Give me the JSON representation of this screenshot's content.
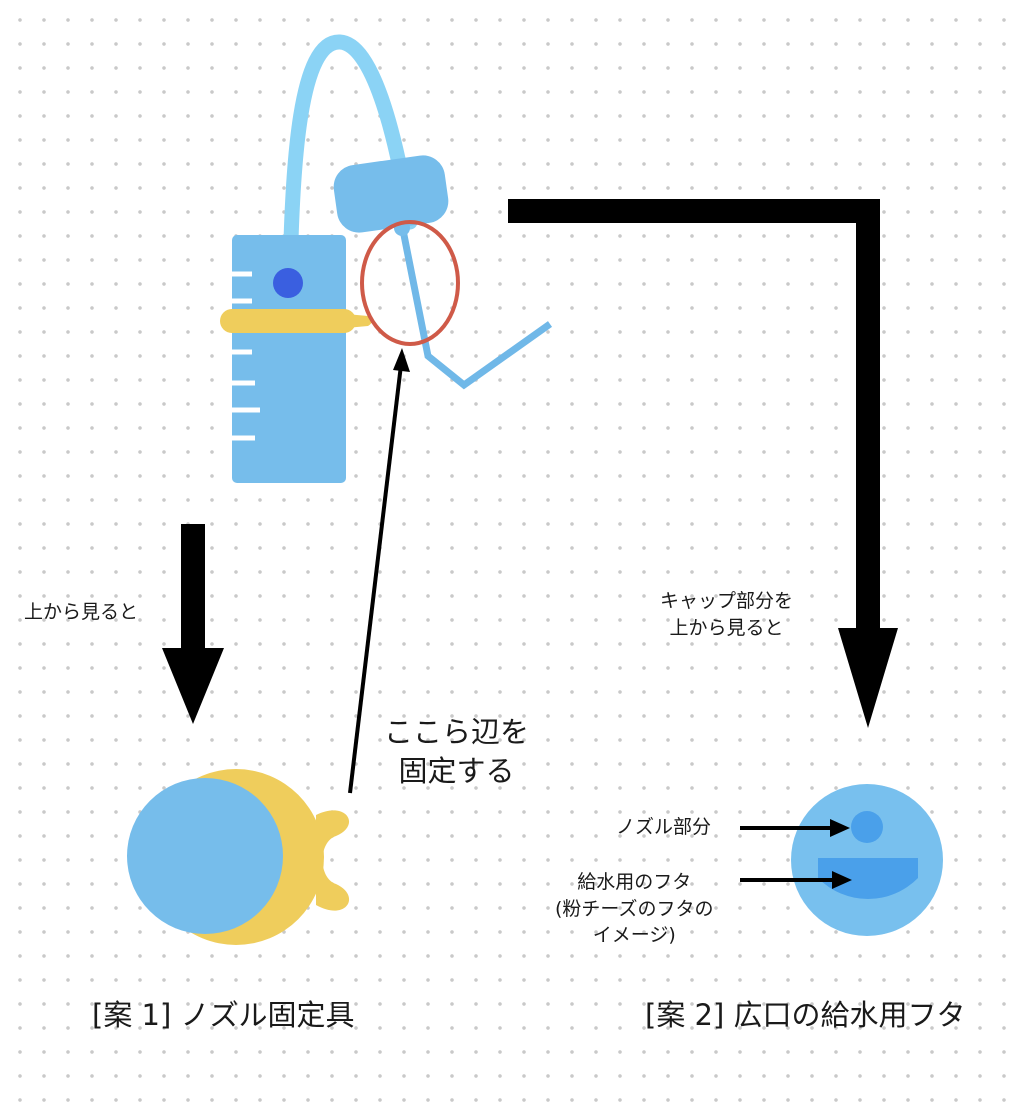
{
  "colors": {
    "bottle": "#76bdeb",
    "tube": "#8bd3f5",
    "nozzle_line": "#70b8e8",
    "ring": "#efcd5c",
    "dot": "#3a5fe0",
    "highlight_circle": "#cf5a48",
    "arrow": "#000000",
    "cap_top": "#78c0ee",
    "cap_feature": "#4aa0ea"
  },
  "labels": {
    "top_view_left": "上から見ると",
    "fix_here": "ここら辺を\n固定する",
    "cap_top_view": "キャップ部分を\n上から見ると",
    "nozzle_part": "ノズル部分",
    "water_lid": "給水用のフタ\n(粉チーズのフタの\nイメージ)",
    "plan1": "[案 1] ノズル固定具",
    "plan2": "[案 2] 広口の給水用フタ"
  }
}
